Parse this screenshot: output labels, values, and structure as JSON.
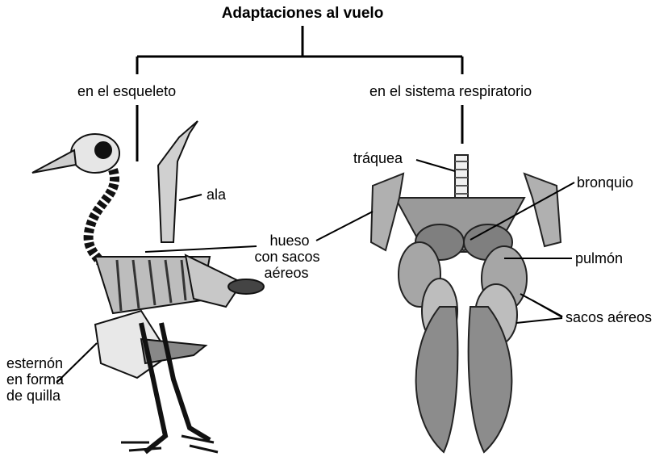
{
  "title": "Adaptaciones al vuelo",
  "branches": {
    "left": "en el esqueleto",
    "right": "en el sistema respiratorio"
  },
  "skeleton_labels": {
    "ala": "ala",
    "hueso_line1": "hueso",
    "hueso_line2": "con sacos",
    "hueso_line3": "aéreos",
    "esternon_line1": "esternón",
    "esternon_line2": "en forma",
    "esternon_line3": "de quilla"
  },
  "respiratory_labels": {
    "traquea": "tráquea",
    "bronquio": "bronquio",
    "pulmon": "pulmón",
    "sacos": "sacos aéreos"
  }
}
